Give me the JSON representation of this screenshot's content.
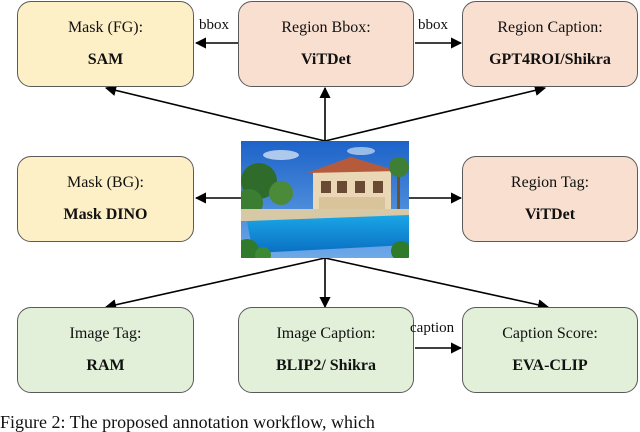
{
  "nodes": {
    "mask_fg": {
      "title": "Mask (FG):",
      "model": "SAM"
    },
    "region_bbox": {
      "title": "Region Bbox:",
      "model": "ViTDet"
    },
    "region_caption": {
      "title": "Region Caption:",
      "model": "GPT4ROI/Shikra"
    },
    "mask_bg": {
      "title": "Mask (BG):",
      "model": "Mask DINO"
    },
    "region_tag": {
      "title": "Region Tag:",
      "model": "ViTDet"
    },
    "image_tag": {
      "title": "Image Tag:",
      "model": "RAM"
    },
    "image_caption": {
      "title": "Image Caption:",
      "model": "BLIP2/ Shikra"
    },
    "caption_score": {
      "title": "Caption Score:",
      "model": "EVA-CLIP"
    }
  },
  "edge_labels": {
    "bbox_1": "bbox",
    "bbox_2": "bbox",
    "caption": "caption"
  },
  "image_subject": "villa with swimming pool",
  "figure_caption": "Figure 2: The proposed annotation workflow, which"
}
